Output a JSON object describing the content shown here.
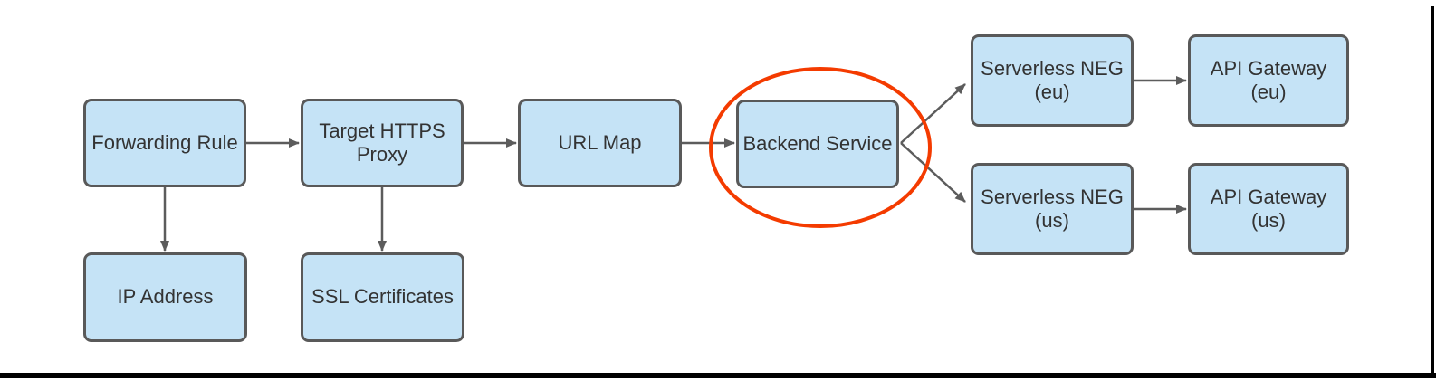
{
  "colors": {
    "background": "#ffffff",
    "node_fill": "#c5e3f6",
    "node_border": "#595959",
    "node_text": "#333333",
    "arrow": "#5c5c5c",
    "highlight": "#f43b00",
    "frame": "#000000"
  },
  "diagram": {
    "nodes": [
      {
        "id": "forwarding-rule",
        "label": "Forwarding Rule"
      },
      {
        "id": "target-https-proxy",
        "label": "Target HTTPS Proxy"
      },
      {
        "id": "url-map",
        "label": "URL Map"
      },
      {
        "id": "backend-service",
        "label": "Backend Service",
        "highlighted": true
      },
      {
        "id": "serverless-neg-eu",
        "label": "Serverless NEG (eu)"
      },
      {
        "id": "api-gateway-eu",
        "label": "API Gateway (eu)"
      },
      {
        "id": "serverless-neg-us",
        "label": "Serverless NEG (us)"
      },
      {
        "id": "api-gateway-us",
        "label": "API Gateway (us)"
      },
      {
        "id": "ip-address",
        "label": "IP Address"
      },
      {
        "id": "ssl-certificates",
        "label": "SSL Certificates"
      }
    ],
    "edges": [
      {
        "from": "Forwarding Rule",
        "to": "Target HTTPS Proxy"
      },
      {
        "from": "Target HTTPS Proxy",
        "to": "URL Map"
      },
      {
        "from": "URL Map",
        "to": "Backend Service"
      },
      {
        "from": "Forwarding Rule",
        "to": "IP Address"
      },
      {
        "from": "Target HTTPS Proxy",
        "to": "SSL Certificates"
      },
      {
        "from": "Backend Service",
        "to": "Serverless NEG (eu)"
      },
      {
        "from": "Backend Service",
        "to": "Serverless NEG (us)"
      },
      {
        "from": "Serverless NEG (eu)",
        "to": "API Gateway (eu)"
      },
      {
        "from": "Serverless NEG (us)",
        "to": "API Gateway (us)"
      }
    ],
    "annotation": {
      "type": "ellipse-highlight",
      "highlights": "Backend Service",
      "color": "#f43b00"
    }
  }
}
